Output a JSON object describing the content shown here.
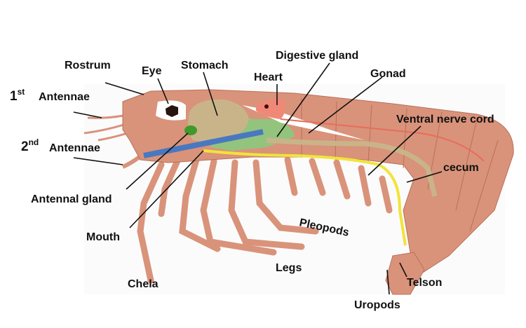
{
  "title": "Shrimp anatomy diagram",
  "labels": {
    "rostrum": "Rostrum",
    "eye": "Eye",
    "stomach": "Stomach",
    "digestive_gland": "Digestive gland",
    "heart": "Heart",
    "gonad": "Gonad",
    "antennae1_num": "1",
    "antennae1_sup": "st",
    "antennae1": "Antennae",
    "antennae2_num": "2",
    "antennae2_sup": "nd",
    "antennae2": "Antennae",
    "ventral_nerve_cord": "Ventral nerve cord",
    "cecum": "cecum",
    "antennal_gland": "Antennal gland",
    "pleopods": "Pleopods",
    "mouth": "Mouth",
    "legs": "Legs",
    "chela": "Chela",
    "telson": "Telson",
    "uropods": "Uropods"
  },
  "colors": {
    "body": "#d9937a",
    "stomach": "#c9b48a",
    "digestive_gland": "#93c47d",
    "heart": "#f08878",
    "intestine_tube": "#4a78c0",
    "nerve_cord": "#f2e33a",
    "antennal_gland": "#3f9a2a",
    "eye": "#2a1410"
  }
}
